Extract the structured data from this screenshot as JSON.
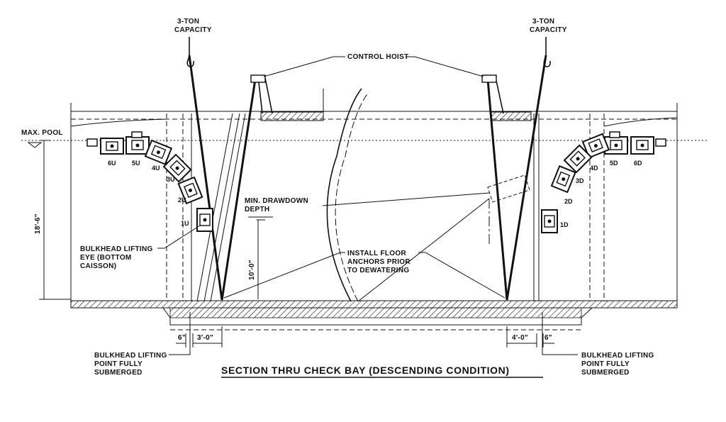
{
  "drawing": {
    "title": "SECTION THRU CHECK BAY (DESCENDING CONDITION)",
    "labels": {
      "capacity_left_1": "3-TON",
      "capacity_left_2": "CAPACITY",
      "capacity_right_1": "3-TON",
      "capacity_right_2": "CAPACITY",
      "control_hoist": "CONTROL HOIST",
      "max_pool": "MAX. POOL",
      "min_drawdown_1": "MIN. DRAWDOWN",
      "min_drawdown_2": "DEPTH",
      "lifting_eye_1": "BULKHEAD LIFTING",
      "lifting_eye_2": "EYE (BOTTOM",
      "lifting_eye_3": "CAISSON)",
      "install_anchors_1": "INSTALL FLOOR",
      "install_anchors_2": "ANCHORS PRIOR",
      "install_anchors_3": "TO DEWATERING",
      "lifting_point_left_1": "BULKHEAD LIFTING",
      "lifting_point_left_2": "POINT FULLY",
      "lifting_point_left_3": "SUBMERGED",
      "lifting_point_right_1": "BULKHEAD LIFTING",
      "lifting_point_right_2": "POINT FULLY",
      "lifting_point_right_3": "SUBMERGED"
    },
    "dimensions": {
      "height_total": "18'-6\"",
      "min_drawdown": "10'-0\"",
      "left_offset": "6\"",
      "left_span": "3'-0\"",
      "right_span": "4'-0\"",
      "right_offset": "6\""
    },
    "units_upstream": [
      "6U",
      "5U",
      "4U",
      "3U",
      "2U",
      "1U"
    ],
    "units_downstream": [
      "6D",
      "5D",
      "4D",
      "3D",
      "2D",
      "1D"
    ]
  }
}
